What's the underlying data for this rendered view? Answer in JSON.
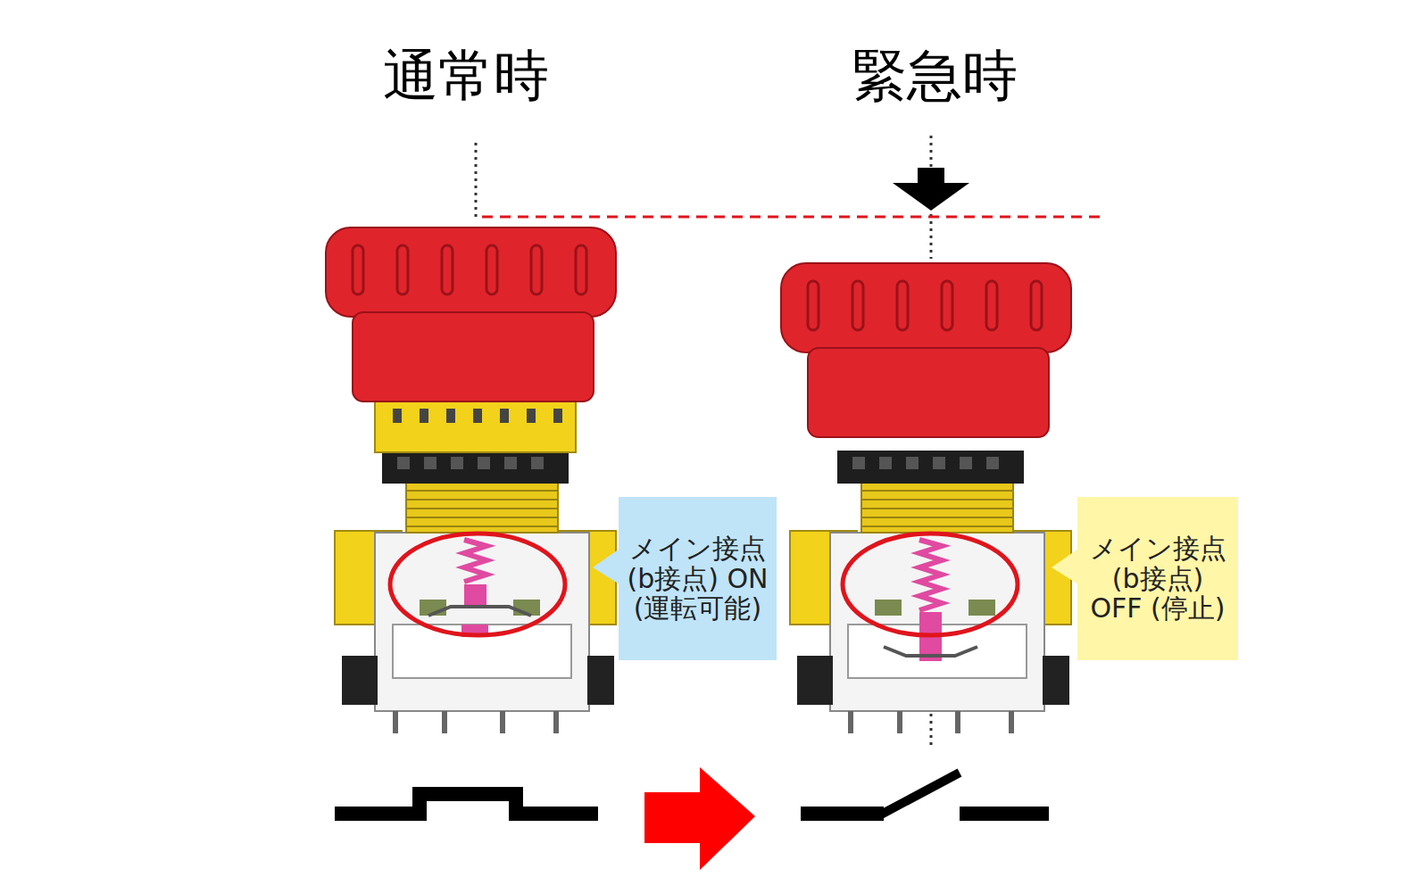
{
  "diagram": {
    "nodes": [
      {
        "text": [
          "メイン接点 (b接点) ON (運転可能)"
        ]
      },
      {
        "text": [
          "メイン接点 (b接点) OFF (停止)"
        ]
      }
    ],
    "labels": [
      "通常時",
      "緊急時"
    ]
  }
}
